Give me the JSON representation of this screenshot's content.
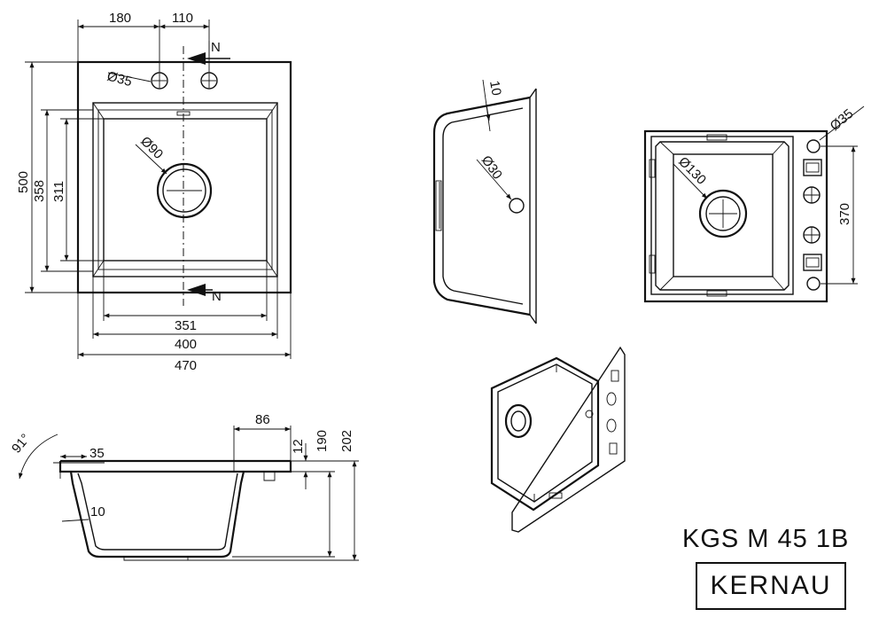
{
  "top_view": {
    "dims": {
      "left_tap_offset": "180",
      "tap_spacing": "110",
      "tap_hole_dia": "Ø35",
      "waste_dia": "Ø90",
      "height_overall": "500",
      "height_bowl_outer": "358",
      "height_bowl_inner": "311",
      "width_bowl_inner": "351",
      "width_bowl_outer": "400",
      "width_overall": "470"
    },
    "north_top": "N",
    "north_bottom": "N"
  },
  "side_section": {
    "dims": {
      "wall_thickness": "10",
      "overflow_dia": "Ø30"
    }
  },
  "underside_view": {
    "dims": {
      "tap_hole_dia": "Ø35",
      "waste_dia": "Ø130",
      "bracket_spacing": "370"
    }
  },
  "front_section": {
    "dims": {
      "angle": "91°",
      "rim_width": "35",
      "shelf_width": "86",
      "rim_thickness": "12",
      "bowl_depth": "190",
      "total_depth": "202",
      "wall_thickness": "10"
    }
  },
  "product": {
    "model": "KGS M 45 1B",
    "brand": "KERNAU"
  }
}
